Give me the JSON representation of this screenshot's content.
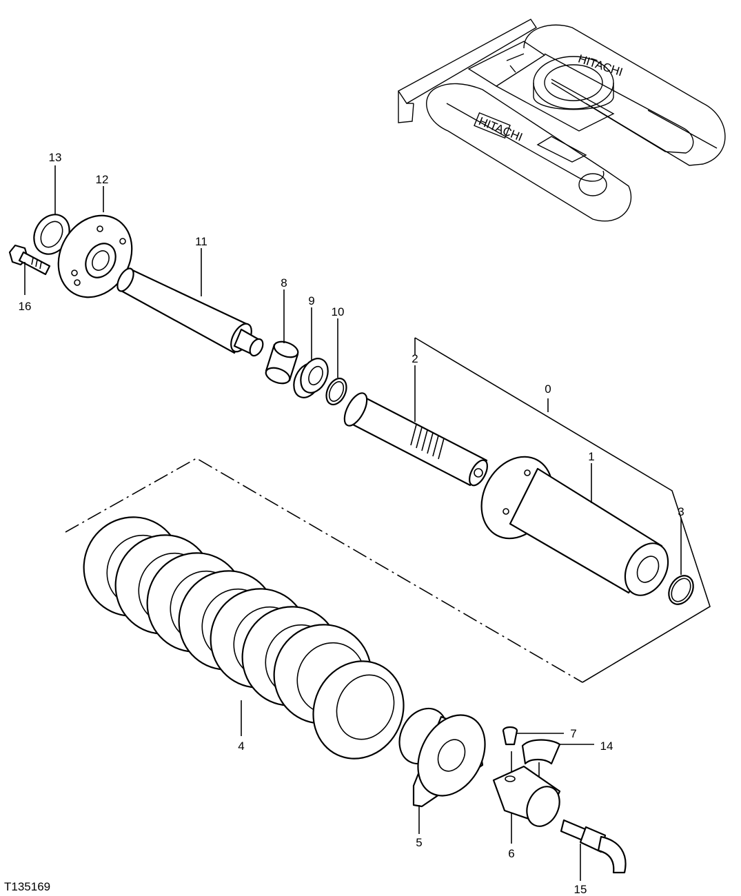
{
  "figure_id": "T135169",
  "callouts": {
    "c0": "0",
    "c1": "1",
    "c2": "2",
    "c3": "3",
    "c4": "4",
    "c5": "5",
    "c6": "6",
    "c7": "7",
    "c8": "8",
    "c9": "9",
    "c10": "10",
    "c11": "11",
    "c12": "12",
    "c13": "13",
    "c14": "14",
    "c15": "15",
    "c16": "16"
  },
  "machine_badges": {
    "front": "HITACHI",
    "side": "HITACHI"
  }
}
